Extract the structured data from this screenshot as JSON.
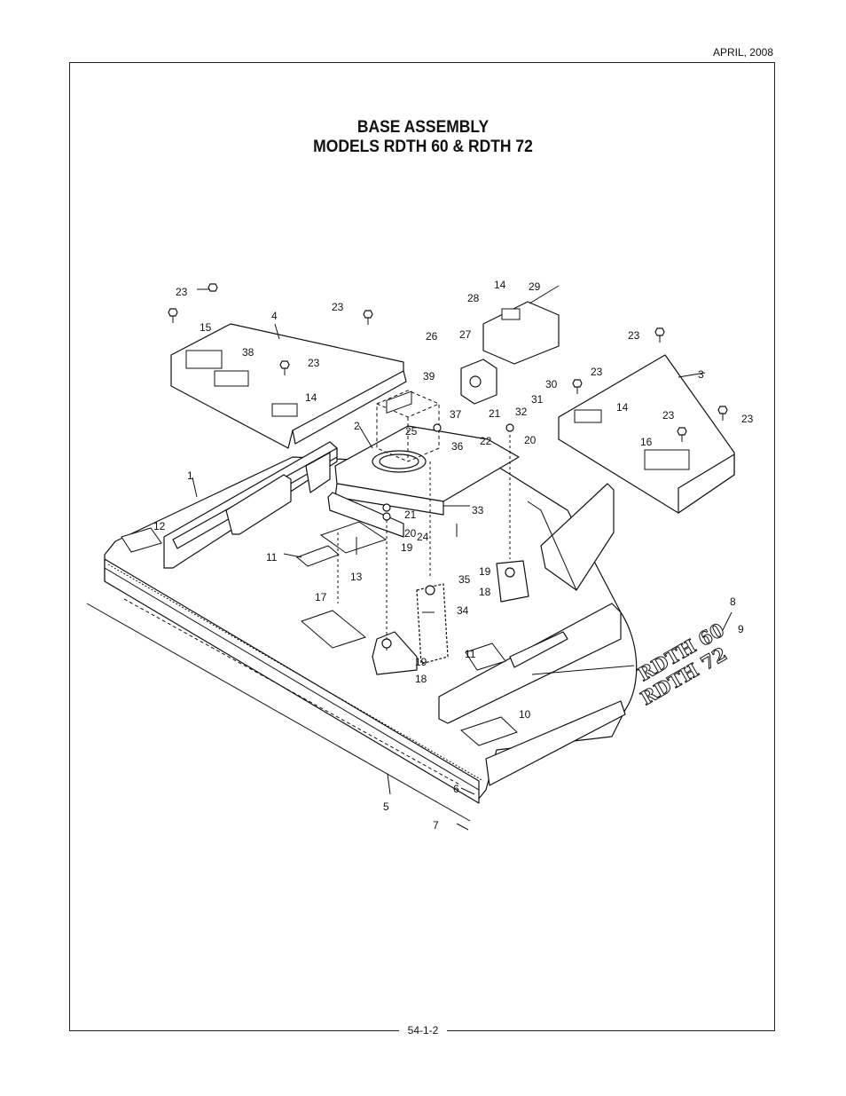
{
  "header": {
    "date": "APRIL, 2008"
  },
  "title": {
    "line1": "BASE ASSEMBLY",
    "line2": "MODELS RDTH 60 & RDTH 72"
  },
  "footer": {
    "page_number": "54-1-2"
  },
  "decals": {
    "rdth60": "RDTH 60",
    "rdth72": "RDTH 72"
  },
  "callouts": {
    "c1": "1",
    "c2": "2",
    "c3": "3",
    "c4": "4",
    "c5": "5",
    "c6": "6",
    "c7": "7",
    "c8": "8",
    "c9": "9",
    "c10": "10",
    "c11a": "11",
    "c11b": "11",
    "c12": "12",
    "c13": "13",
    "c14a": "14",
    "c14b": "14",
    "c14c": "14",
    "c15": "15",
    "c16": "16",
    "c17": "17",
    "c18a": "18",
    "c18b": "18",
    "c19a": "19",
    "c19b": "19",
    "c19c": "19",
    "c20a": "20",
    "c20b": "20",
    "c21a": "21",
    "c21b": "21",
    "c22": "22",
    "c23a": "23",
    "c23b": "23",
    "c23c": "23",
    "c23d": "23",
    "c23e": "23",
    "c23f": "23",
    "c23g": "23",
    "c24": "24",
    "c25": "25",
    "c26": "26",
    "c27": "27",
    "c28": "28",
    "c29": "29",
    "c30": "30",
    "c31": "31",
    "c32": "32",
    "c33": "33",
    "c34": "34",
    "c35": "35",
    "c36": "36",
    "c37": "37",
    "c38": "38",
    "c39": "39"
  }
}
